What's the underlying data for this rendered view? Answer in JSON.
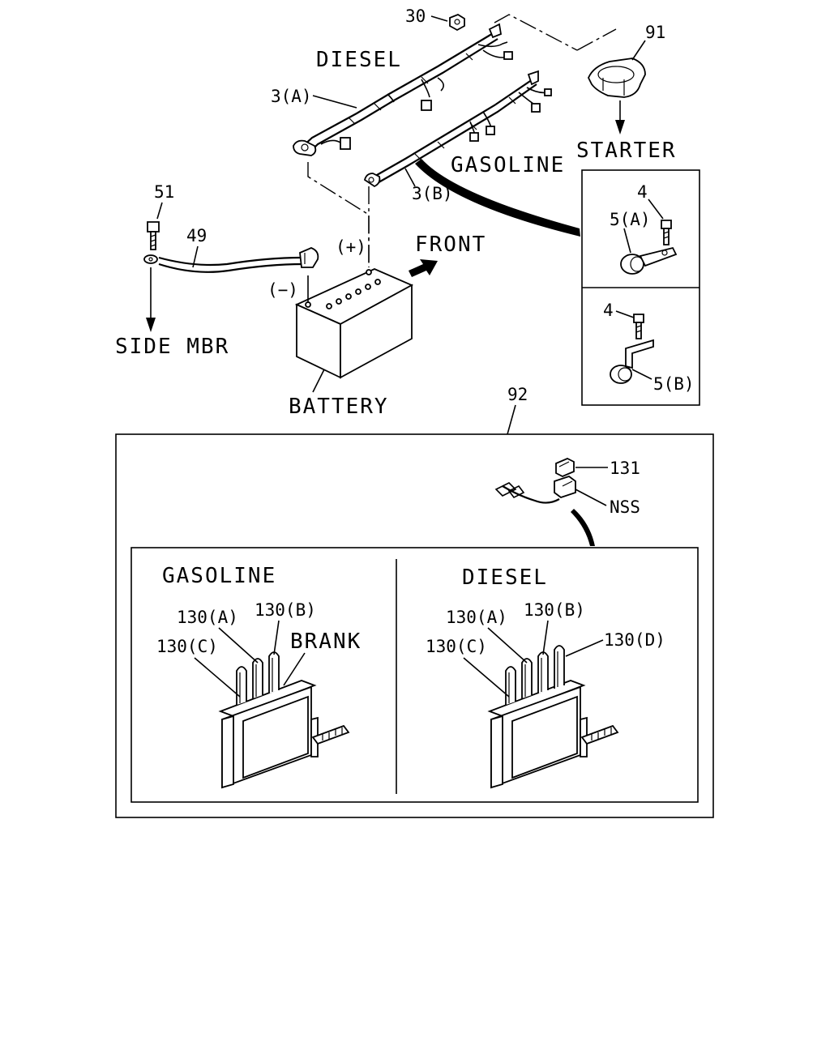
{
  "top_labels": {
    "diesel": "DIESEL",
    "gasoline": "GASOLINE",
    "starter": "STARTER",
    "front": "FRONT",
    "battery": "BATTERY",
    "side_mbr": "SIDE MBR",
    "plus": "(+)",
    "minus": "(−)"
  },
  "part_numbers": {
    "p30": "30",
    "p91": "91",
    "p3a": "3(A)",
    "p3b": "3(B)",
    "p51": "51",
    "p49": "49",
    "p4a": "4",
    "p5a": "5(A)",
    "p4b": "4",
    "p5b": "5(B)",
    "p92": "92",
    "p131": "131",
    "nss": "NSS"
  },
  "detail": {
    "gasoline": {
      "title": "GASOLINE",
      "a": "130(A)",
      "b": "130(B)",
      "c": "130(C)",
      "brank": "BRANK"
    },
    "diesel": {
      "title": "DIESEL",
      "a": "130(A)",
      "b": "130(B)",
      "c": "130(C)",
      "d": "130(D)"
    }
  }
}
